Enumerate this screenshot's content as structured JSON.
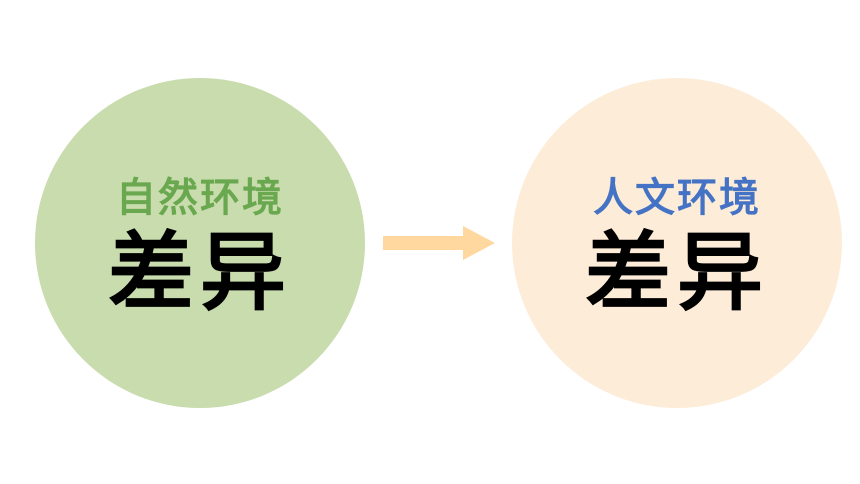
{
  "colors": {
    "left_circle": "#c8dcae",
    "right_circle": "#fdecd8",
    "left_title": "#6aa84f",
    "right_title": "#4472c4",
    "arrow": "#ffd8a0",
    "main_text": "#000000"
  },
  "left": {
    "title": "自然环境",
    "main": "差异"
  },
  "right": {
    "title": "人文环境",
    "main": "差异"
  }
}
